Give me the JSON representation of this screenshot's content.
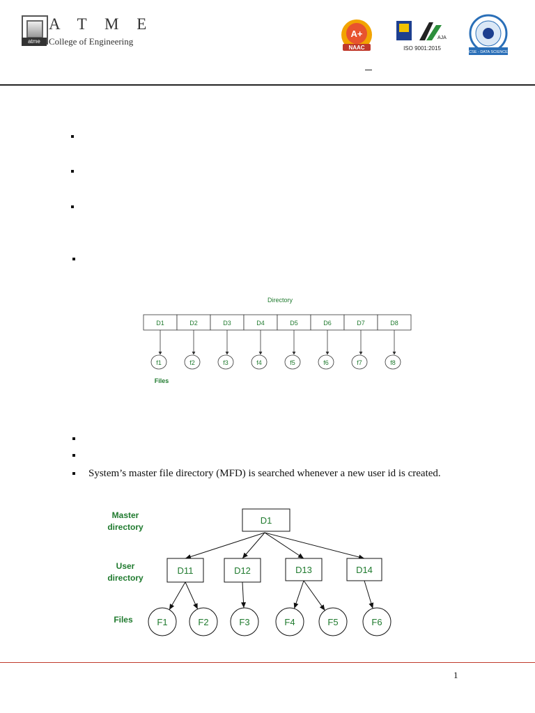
{
  "header": {
    "logo_abbrev": "atme",
    "brand_name": "A T M E",
    "college": "College of Engineering",
    "badges": {
      "naac": {
        "grade": "A+",
        "label": "NAAC"
      },
      "iso": {
        "label": "ISO 9001:2015",
        "mark": "AJA"
      },
      "dept": {
        "label": "CSE - DATA SCIENCE"
      }
    }
  },
  "bullets": {
    "mfd_sentence": "System’s master file directory (MFD) is searched whenever a new user id is created."
  },
  "diagram1": {
    "title": "Directory",
    "directories": [
      "D1",
      "D2",
      "D3",
      "D4",
      "D5",
      "D6",
      "D7",
      "D8"
    ],
    "files": [
      "f1",
      "f2",
      "f3",
      "f4",
      "f5",
      "f6",
      "f7",
      "f8"
    ],
    "files_label": "Files"
  },
  "diagram2": {
    "master_label_1": "Master",
    "master_label_2": "directory",
    "user_label_1": "User",
    "user_label_2": "directory",
    "files_label": "Files",
    "root": "D1",
    "user_dirs": [
      "D11",
      "D12",
      "D13",
      "D14"
    ],
    "files": [
      "F1",
      "F2",
      "F3",
      "F4",
      "F5",
      "F6"
    ]
  },
  "footer": {
    "page_number": "1"
  },
  "colors": {
    "diagram_green": "#1f7a2e",
    "footer_rule": "#c0392b"
  }
}
